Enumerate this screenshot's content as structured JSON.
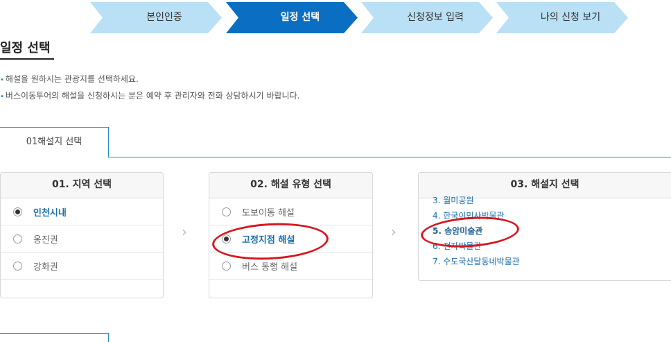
{
  "steps": [
    {
      "label": "본인인증",
      "active": false
    },
    {
      "label": "일정 선택",
      "active": true
    },
    {
      "label": "신청정보 입력",
      "active": false
    },
    {
      "label": "나의 신청 보기",
      "active": false
    }
  ],
  "page_title": "일정 선택",
  "notes": [
    "해설을 원하시는 관광지를 선택하세요.",
    "버스이동투어의 해설을 신청하시는 분은 예약 후 관리자와 전화 상담하시기 바랍니다."
  ],
  "tab_label": "01해설지 선택",
  "region_panel": {
    "title": "01. 지역 선택",
    "options": [
      "인천시내",
      "옹진권",
      "강화권"
    ]
  },
  "type_panel": {
    "title": "02. 해설 유형 선택",
    "options": [
      "도보이동 해설",
      "고정지점 해설",
      "버스 동행 해설"
    ]
  },
  "site_panel": {
    "title": "03. 해설지 선택",
    "sites": [
      "3. 월미공원",
      "4. 한국이민사박물관",
      "5. 송암미술관",
      "6. 전자박물관",
      "7. 수도국산달동네박물관"
    ]
  },
  "colors": {
    "active_step": "#0a6fc2",
    "inactive_step": "#b9e0f4",
    "accent": "#2b8bc6",
    "annotation": "#d6171f"
  }
}
